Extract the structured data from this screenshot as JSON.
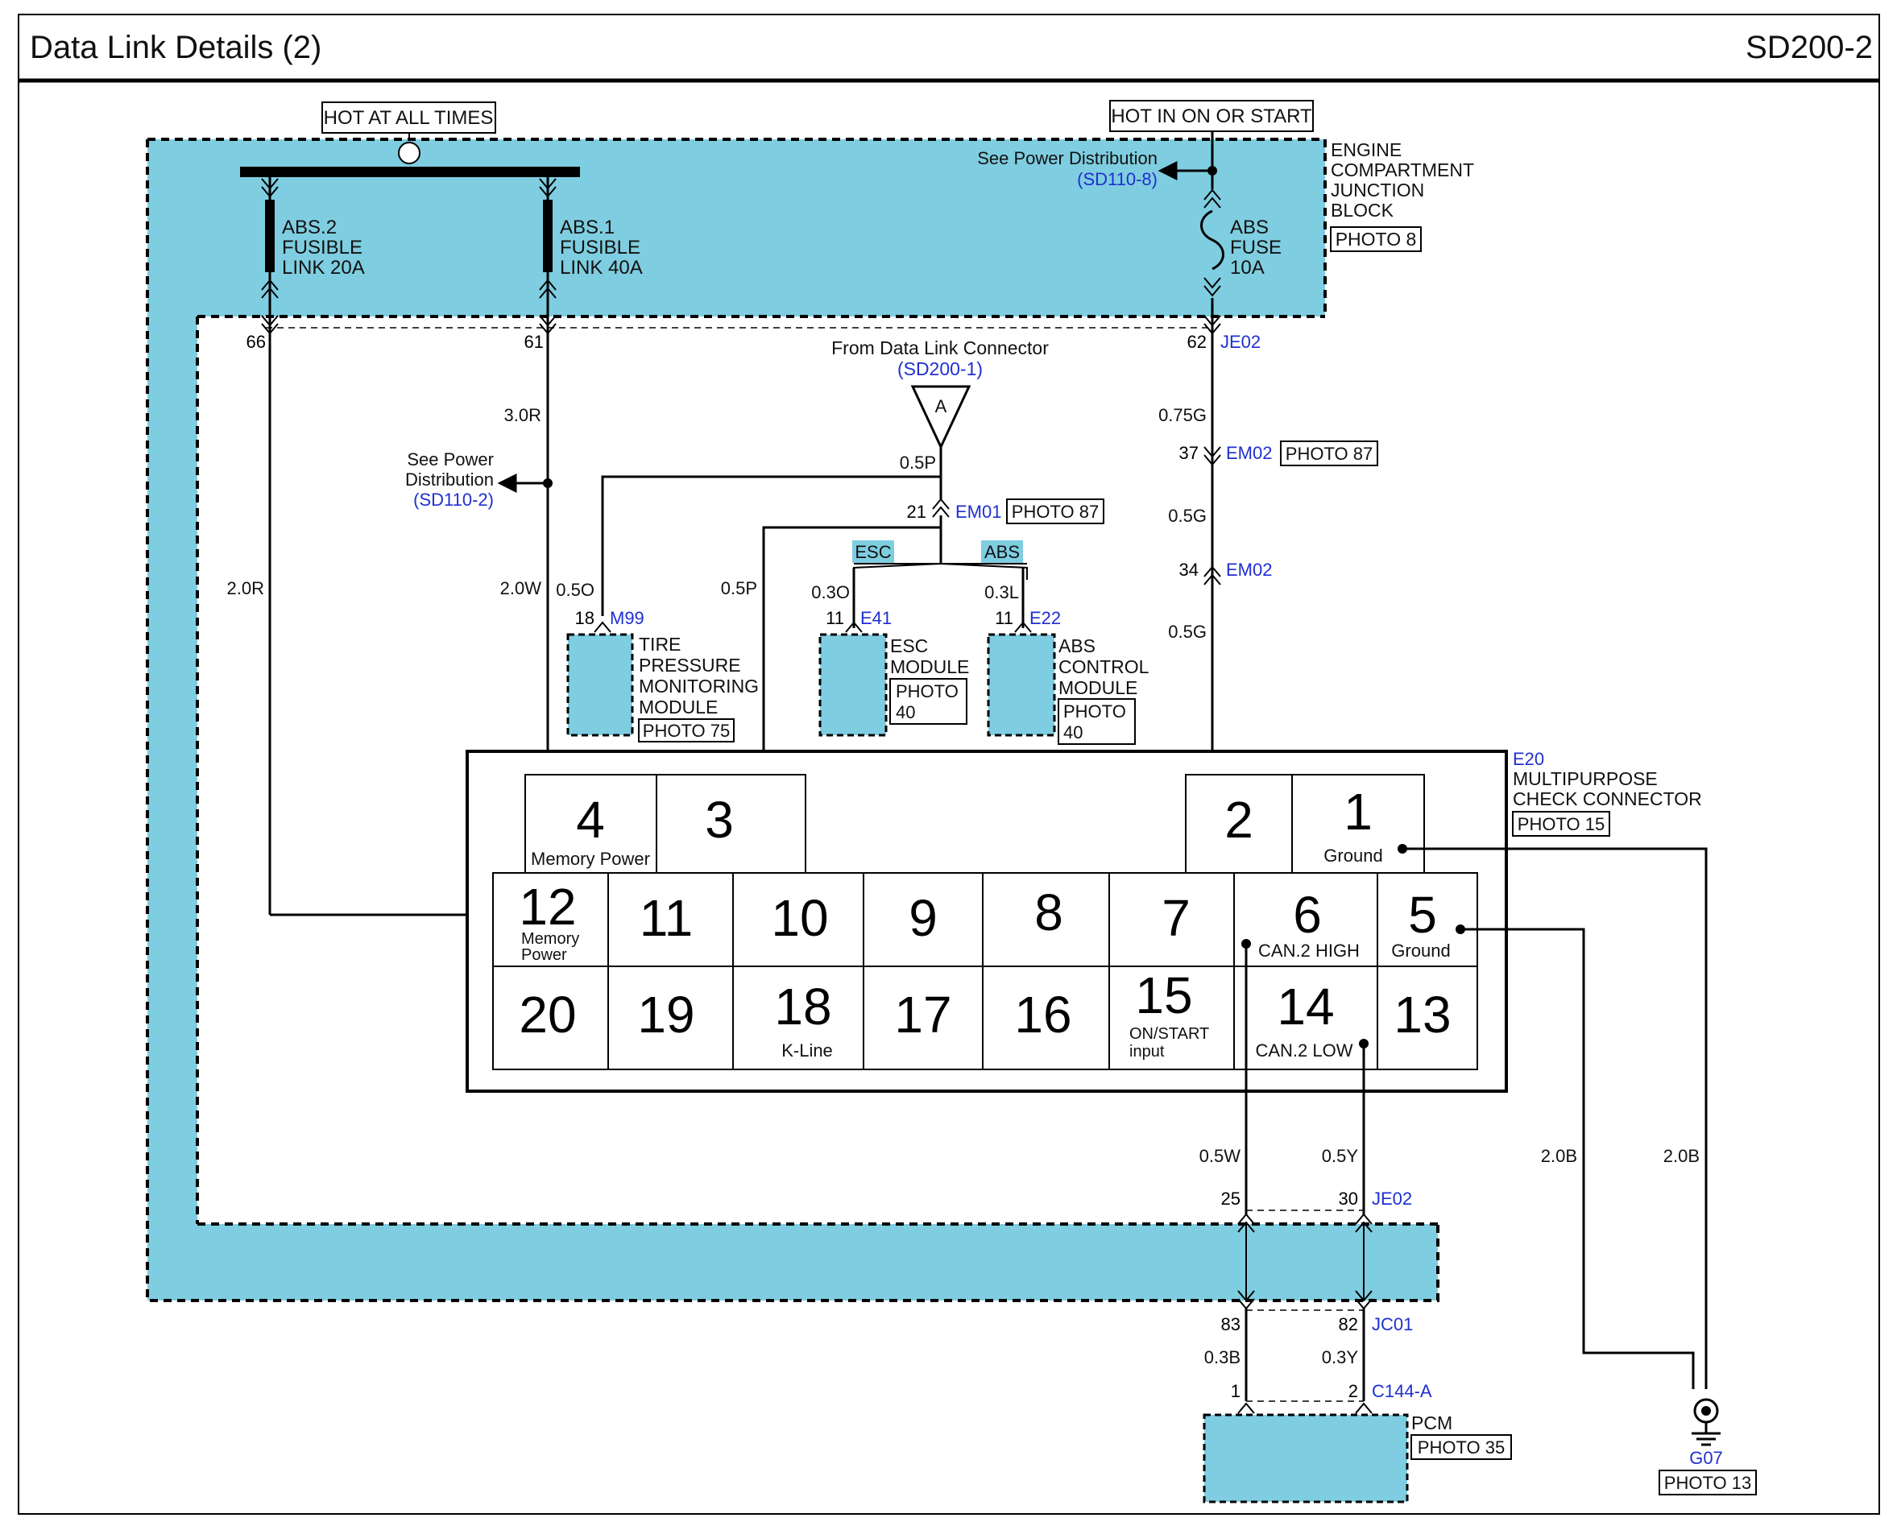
{
  "header": {
    "title": "Data Link Details (2)",
    "code": "SD200-2"
  },
  "colors": {
    "component_fill": "#7fcde0",
    "link_text": "#1f2fd0",
    "wire": "#000000"
  },
  "power": {
    "hot_at_all_times": "HOT AT ALL TIMES",
    "hot_in_on_or_start": "HOT IN ON OR START",
    "see_power_distribution": "See Power Distribution",
    "see_power_ref": "(SD110-8)",
    "see_power_2_line1": "See Power",
    "see_power_2_line2": "Distribution",
    "see_power_2_ref": "(SD110-2)"
  },
  "junction_block": {
    "label": [
      "ENGINE",
      "COMPARTMENT",
      "JUNCTION",
      "BLOCK"
    ],
    "photo": "PHOTO 8",
    "fuses": [
      {
        "lines": [
          "ABS.2",
          "FUSIBLE",
          "LINK 20A"
        ]
      },
      {
        "lines": [
          "ABS.1",
          "FUSIBLE",
          "LINK 40A"
        ]
      },
      {
        "lines": [
          "ABS",
          "FUSE",
          "10A"
        ]
      }
    ],
    "pins": {
      "p66": "66",
      "p61": "61",
      "p62": "62"
    },
    "connector": "JE02"
  },
  "wires": {
    "w2_0r": "2.0R",
    "w3_0r": "3.0R",
    "w2_0w": "2.0W",
    "w0_5o": "0.5O",
    "w0_5p_top": "0.5P",
    "w0_5p_k": "0.5P",
    "w0_3o": "0.3O",
    "w0_3l": "0.3L",
    "w0_75g": "0.75G",
    "w0_5g_a": "0.5G",
    "w0_5g_b": "0.5G",
    "w0_5w": "0.5W",
    "w0_5y": "0.5Y",
    "w2_0b_a": "2.0B",
    "w2_0b_b": "2.0B",
    "w0_3b": "0.3B",
    "w0_3y": "0.3Y"
  },
  "connectors": {
    "em02_a": {
      "pin": "37",
      "name": "EM02",
      "photo": "PHOTO 87"
    },
    "em02_b": {
      "pin": "34",
      "name": "EM02"
    },
    "em01": {
      "pin": "21",
      "name": "EM01",
      "photo": "PHOTO 87"
    },
    "je02_bottom": {
      "pin_a": "25",
      "pin_b": "30",
      "name": "JE02"
    },
    "jc01": {
      "pin_a": "83",
      "pin_b": "82",
      "name": "JC01"
    },
    "c144a": {
      "pin_a": "1",
      "pin_b": "2",
      "name": "C144-A"
    }
  },
  "from_dlc": {
    "text": "From Data Link Connector",
    "ref": "(SD200-1)",
    "symbol": "A"
  },
  "tags": {
    "esc": "ESC",
    "abs": "ABS"
  },
  "modules": {
    "tpms": {
      "pin": "18",
      "conn": "M99",
      "lines": [
        "TIRE",
        "PRESSURE",
        "MONITORING",
        "MODULE"
      ],
      "photo": "PHOTO 75"
    },
    "esc": {
      "pin": "11",
      "conn": "E41",
      "lines": [
        "ESC",
        "MODULE"
      ],
      "photo": [
        "PHOTO",
        "40"
      ]
    },
    "abs": {
      "pin": "11",
      "conn": "E22",
      "lines": [
        "ABS",
        "CONTROL",
        "MODULE"
      ],
      "photo": [
        "PHOTO",
        "40"
      ]
    },
    "pcm": {
      "label": "PCM",
      "photo": "PHOTO 35"
    }
  },
  "e20": {
    "name": "E20",
    "lines": [
      "MULTIPURPOSE",
      "CHECK CONNECTOR"
    ],
    "photo": "PHOTO 15",
    "pins": {
      "p4": "4",
      "p4_label": "Memory Power",
      "p3": "3",
      "p2": "2",
      "p1": "1",
      "p1_label": "Ground",
      "p12": "12",
      "p12_label": [
        "Memory",
        "Power"
      ],
      "p11": "11",
      "p10": "10",
      "p9": "9",
      "p8": "8",
      "p7": "7",
      "p6": "6",
      "p6_label": "CAN.2 HIGH",
      "p5": "5",
      "p5_label": "Ground",
      "p20": "20",
      "p19": "19",
      "p18": "18",
      "p18_label": "K-Line",
      "p17": "17",
      "p16": "16",
      "p15": "15",
      "p15_label": [
        "ON/START",
        "input"
      ],
      "p14": "14",
      "p14_label": "CAN.2 LOW",
      "p13": "13"
    }
  },
  "ground": {
    "name": "G07",
    "photo": "PHOTO 13"
  }
}
